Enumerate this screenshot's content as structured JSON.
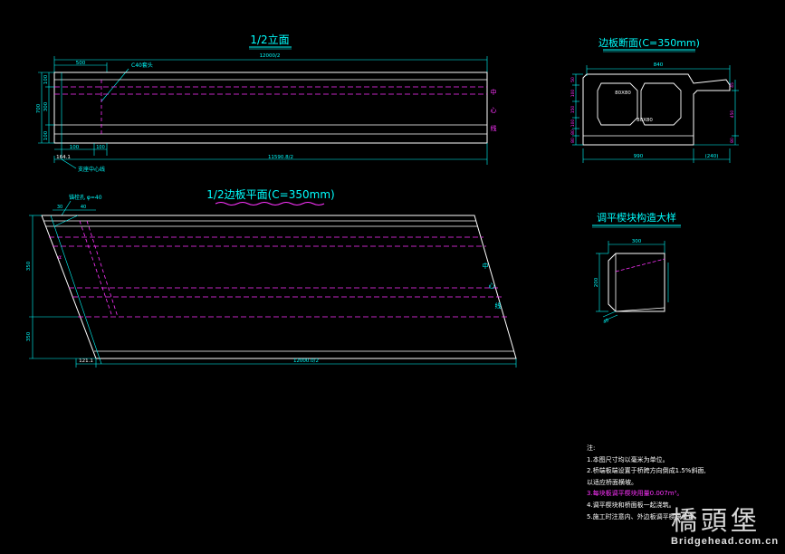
{
  "views": {
    "elevation": {
      "title": "1/2立面",
      "overall_top": "12000/2",
      "overall_bottom": "11590.8/2",
      "seg_top_left": "500",
      "seg_bottom_left": "100",
      "seg_bottom_mid": "100",
      "dim_bottom_left": "164.1",
      "label_joint": "C40套头",
      "label_bearing": "支座中心线",
      "centerline": "中心线",
      "left_dims": [
        "100",
        "300",
        "100"
      ],
      "left_total": "700"
    },
    "plan": {
      "title": "1/2边板平面(C=350mm)",
      "label_hole": "锚栓孔 φ=40",
      "dim_top_a": "30",
      "dim_top_b": "40",
      "overall_bottom": "12000.0/2",
      "dim_bottom_left": "121.1",
      "left_dims": [
        "350",
        "350"
      ],
      "angle": "α",
      "centerline": "中心线"
    },
    "section": {
      "title": "边板断面(C=350mm)",
      "top_dim": "840",
      "bottom_dim": "990",
      "bottom_right": "(240)",
      "hole_a": "80X80",
      "hole_b": "80X80",
      "left_dims": [
        "50",
        "100",
        "150",
        "100",
        "80",
        "80"
      ],
      "right_dims": [
        "45",
        "450",
        "80"
      ]
    },
    "detail": {
      "title": "调平楔块构造大样",
      "top_dim": "300",
      "left_dim": "200",
      "bottom_dim": "40"
    }
  },
  "notes": {
    "heading": "注:",
    "items": [
      "1.本图尺寸均以毫米为单位。",
      "2.桥端板端设置于桥跨方向倒成1.5%斜面,",
      "   以适应桥面横坡。",
      "3.每块板调平楔块用量0.007m³。",
      "4.调平楔块和桥面板一起浇筑。",
      "5.施工时注意内、外边板调平楔块位置。"
    ]
  },
  "watermark": {
    "logo": "橋頭堡",
    "url": "Bridgehead.com.cn"
  },
  "colors": {
    "background": "#000000",
    "outline": "#ffffff",
    "dimension": "#00ffff",
    "hidden": "#ff33ff",
    "title": "#00ffff"
  }
}
